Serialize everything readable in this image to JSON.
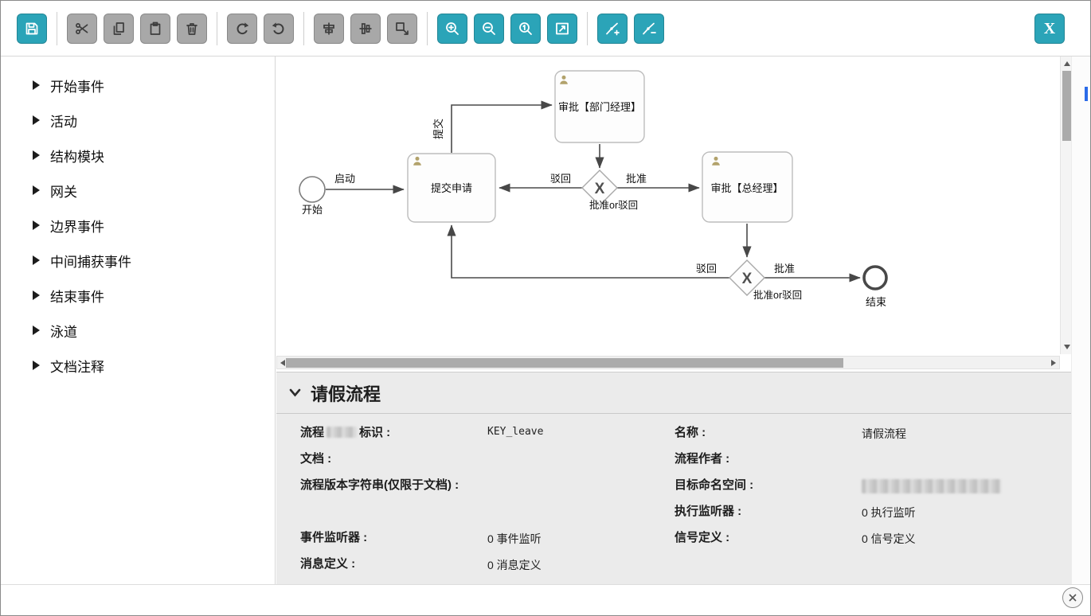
{
  "colors": {
    "accent_teal": "#2ba4b8",
    "disabled_grey": "#a8a8a8",
    "panel_bg": "#ebebeb",
    "diagram_line": "#4a4a4a",
    "user_icon": "#b2a26b",
    "scroll_marker_blue": "#2b6be8"
  },
  "toolbar": {
    "close_label": "X"
  },
  "palette": {
    "items": [
      "开始事件",
      "活动",
      "结构模块",
      "网关",
      "边界事件",
      "中间捕获事件",
      "结束事件",
      "泳道",
      "文档注释"
    ]
  },
  "diagram": {
    "start_label": "开始",
    "end_label": "结束",
    "gateway_glyph": "X",
    "tasks": {
      "submit": "提交申请",
      "dept_manager": "审批【部门经理】",
      "general_manager": "审批【总经理】"
    },
    "flow_labels": {
      "start": "启动",
      "submit": "提交",
      "gw1_reject": "驳回",
      "gw1_approve": "批准",
      "gw1_caption": "批准or驳回",
      "gw2_reject": "驳回",
      "gw2_approve": "批准",
      "gw2_caption": "批准or驳回"
    }
  },
  "properties": {
    "title": "请假流程",
    "fields": {
      "process_id": {
        "label_prefix": "流程",
        "label_suffix": "标识 :",
        "value": "KEY_leave"
      },
      "name": {
        "label": "名称 :",
        "value": "请假流程"
      },
      "documentation": {
        "label": "文档 :",
        "value": ""
      },
      "author": {
        "label": "流程作者 :",
        "value": ""
      },
      "version_string": {
        "label": "流程版本字符串(仅限于文档) :",
        "value": ""
      },
      "target_namespace": {
        "label": "目标命名空间 :",
        "value": ""
      },
      "execution_listeners": {
        "label": "执行监听器 :",
        "value": "0 执行监听"
      },
      "event_listeners": {
        "label": "事件监听器 :",
        "value": "0 事件监听"
      },
      "signal_definitions": {
        "label": "信号定义 :",
        "value": "0 信号定义"
      },
      "message_definitions": {
        "label": "消息定义 :",
        "value": "0 消息定义"
      }
    }
  }
}
